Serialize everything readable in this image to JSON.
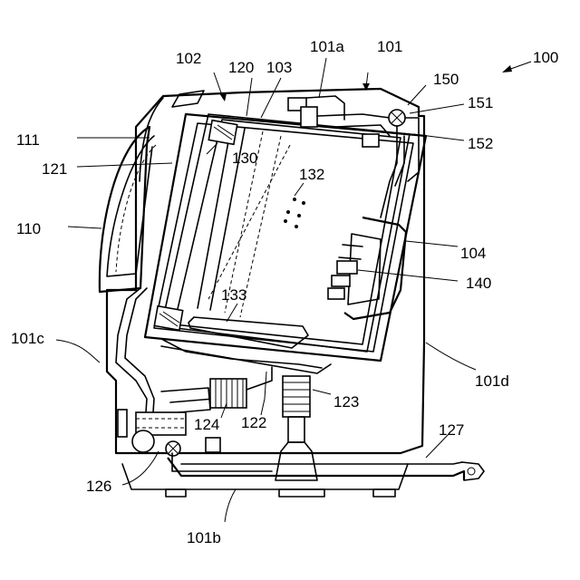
{
  "labels": {
    "l100": "100",
    "l101": "101",
    "l101a": "101a",
    "l101b": "101b",
    "l101c": "101c",
    "l101d": "101d",
    "l102": "102",
    "l103": "103",
    "l104": "104",
    "l110": "110",
    "l111": "111",
    "l120": "120",
    "l121": "121",
    "l122": "122",
    "l123": "123",
    "l124": "124",
    "l126": "126",
    "l127": "127",
    "l130": "130",
    "l132": "132",
    "l133": "133",
    "l140": "140",
    "l150": "150",
    "l151": "151",
    "l152": "152"
  }
}
